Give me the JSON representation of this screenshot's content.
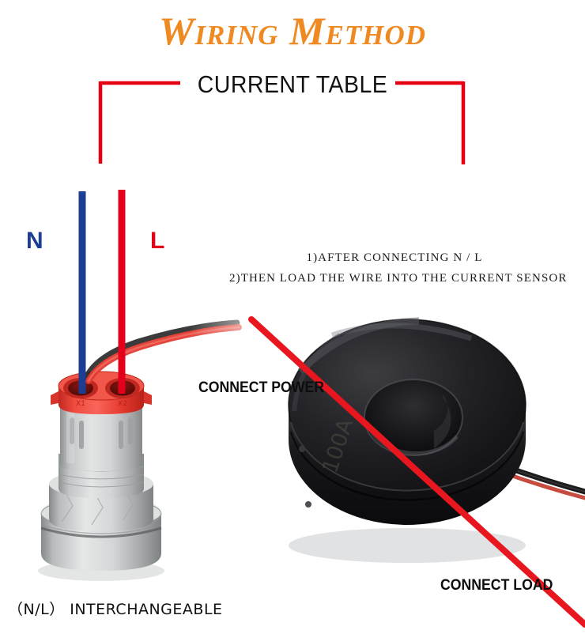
{
  "header": {
    "title": "Wiring Method",
    "subtitle": "CURRENT TABLE"
  },
  "wires": {
    "neutral_label": "N",
    "live_label": "L",
    "neutral_color": "#1b3d94",
    "live_color": "#e3001b"
  },
  "terminals": {
    "left": "X1",
    "right": "X2"
  },
  "instructions": {
    "line1": "1)AFTER CONNECTING N / L",
    "line2": "2)THEN LOAD THE WIRE INTO THE CURRENT SENSOR"
  },
  "callouts": {
    "power": "CONNECT POWER",
    "load": "CONNECT LOAD"
  },
  "sensor": {
    "rating_marking": "100A"
  },
  "footer": {
    "note": "（N/L） INTERCHANGEABLE"
  },
  "colors": {
    "title_orange": "#ef8a23",
    "bracket_red": "#e60012",
    "overlay_red": "#e8161f",
    "text_black": "#111111",
    "body_grey": "#c9cbcb",
    "cap_red": "#ef3b33",
    "sensor_black": "#191919"
  }
}
